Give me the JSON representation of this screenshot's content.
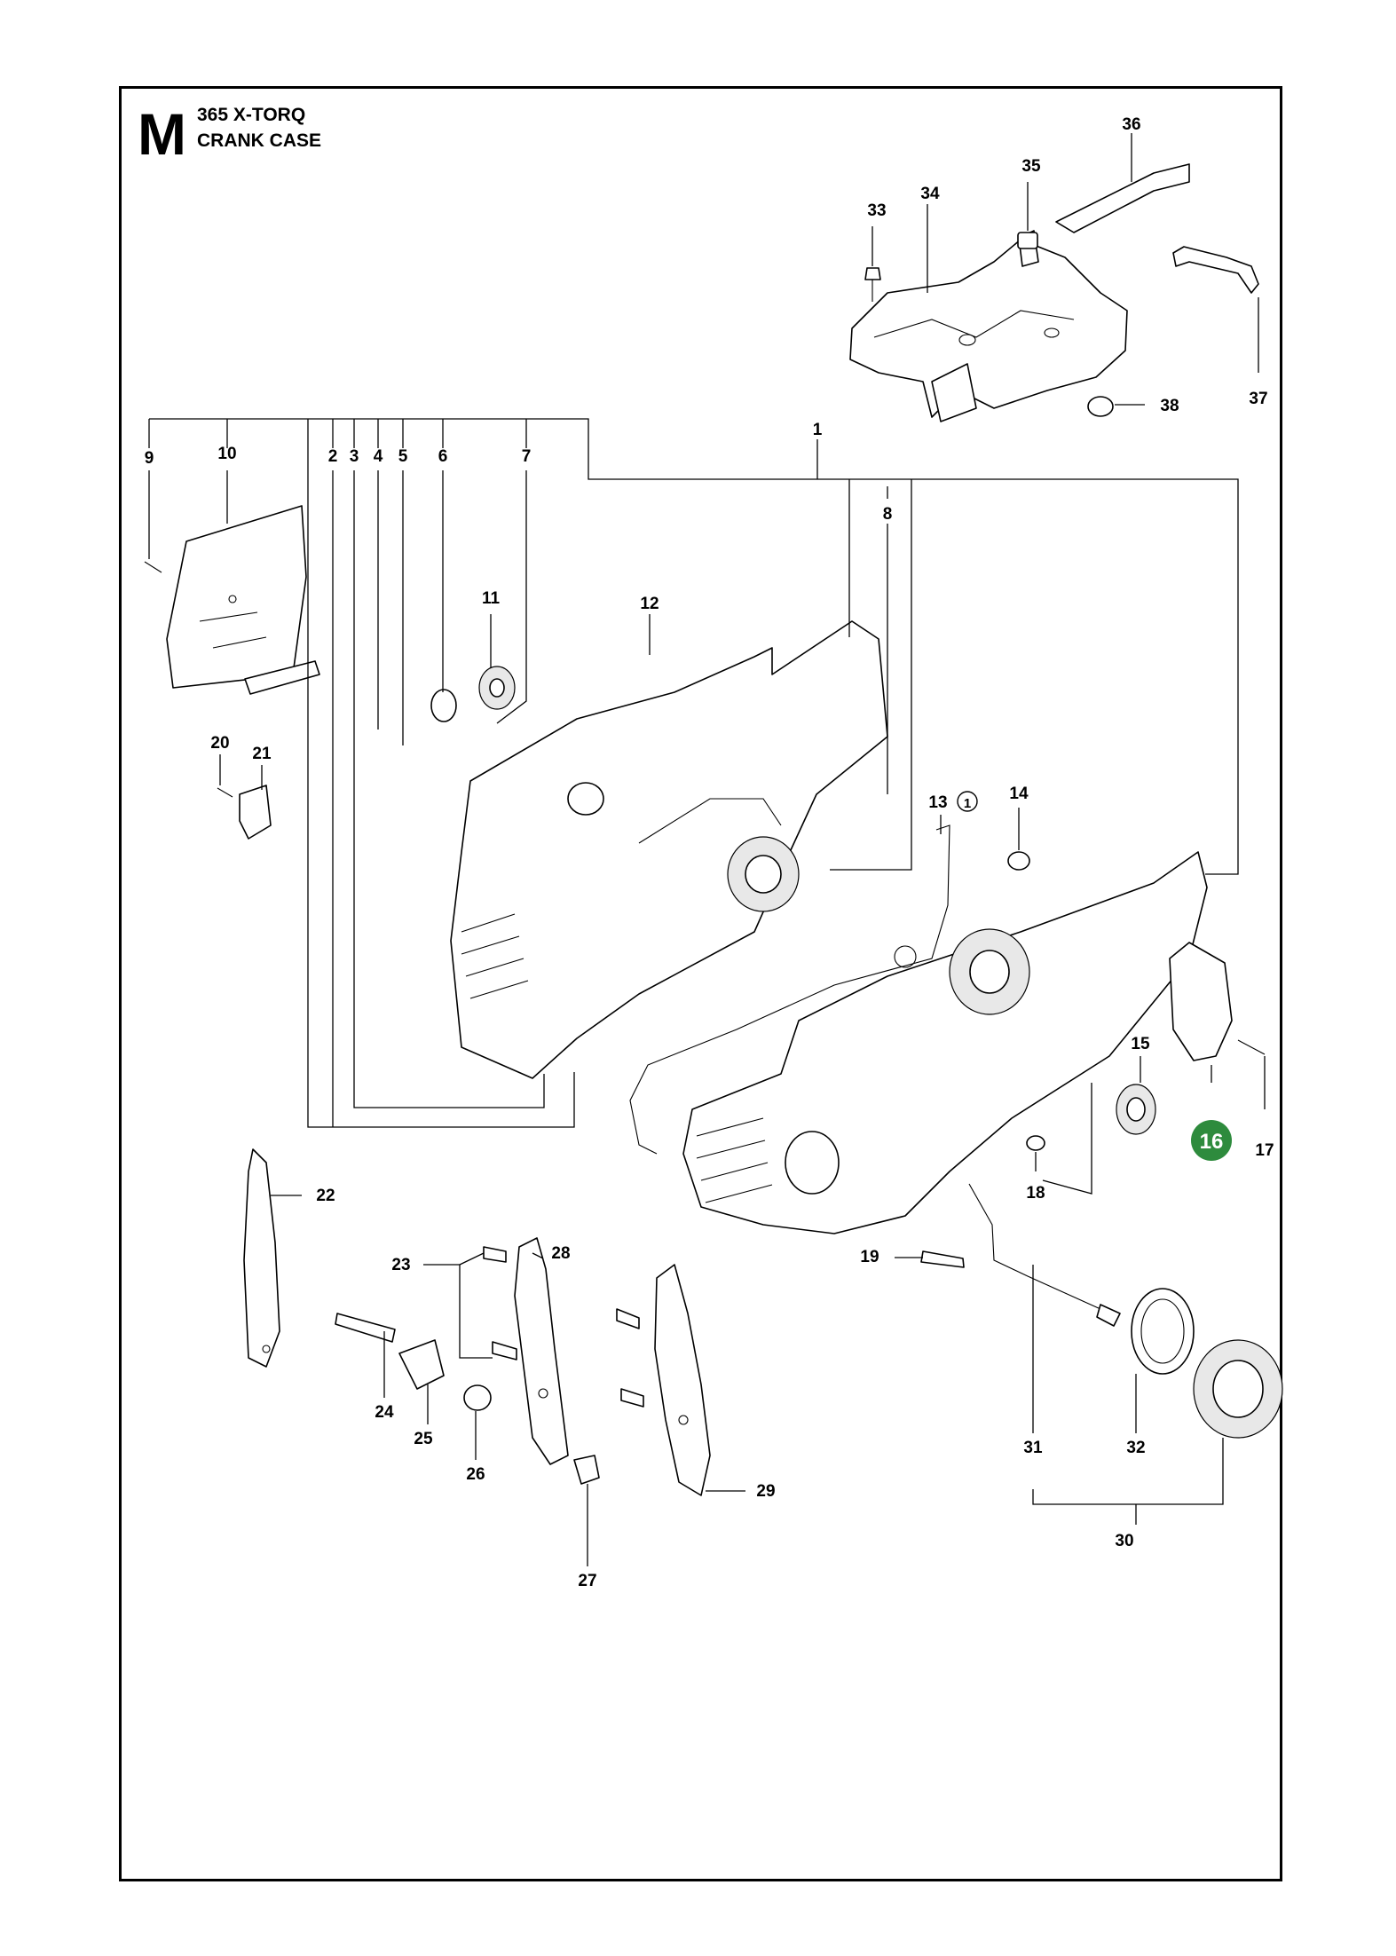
{
  "header": {
    "section_letter": "M",
    "model": "365 X-TORQ",
    "section_title": "CRANK CASE"
  },
  "callouts": [
    "1",
    "2",
    "3",
    "4",
    "5",
    "6",
    "7",
    "8",
    "9",
    "10",
    "11",
    "12",
    "13",
    "14",
    "15",
    "16",
    "17",
    "18",
    "19",
    "20",
    "21",
    "22",
    "23",
    "24",
    "25",
    "26",
    "27",
    "28",
    "29",
    "30",
    "31",
    "32",
    "33",
    "34",
    "35",
    "36",
    "37",
    "38"
  ],
  "special_marks": {
    "circled_one": "1"
  },
  "highlighted_part": "16",
  "colors": {
    "highlight": "#2e8b3d",
    "line": "#000000",
    "shade": "#e8e8e8"
  }
}
